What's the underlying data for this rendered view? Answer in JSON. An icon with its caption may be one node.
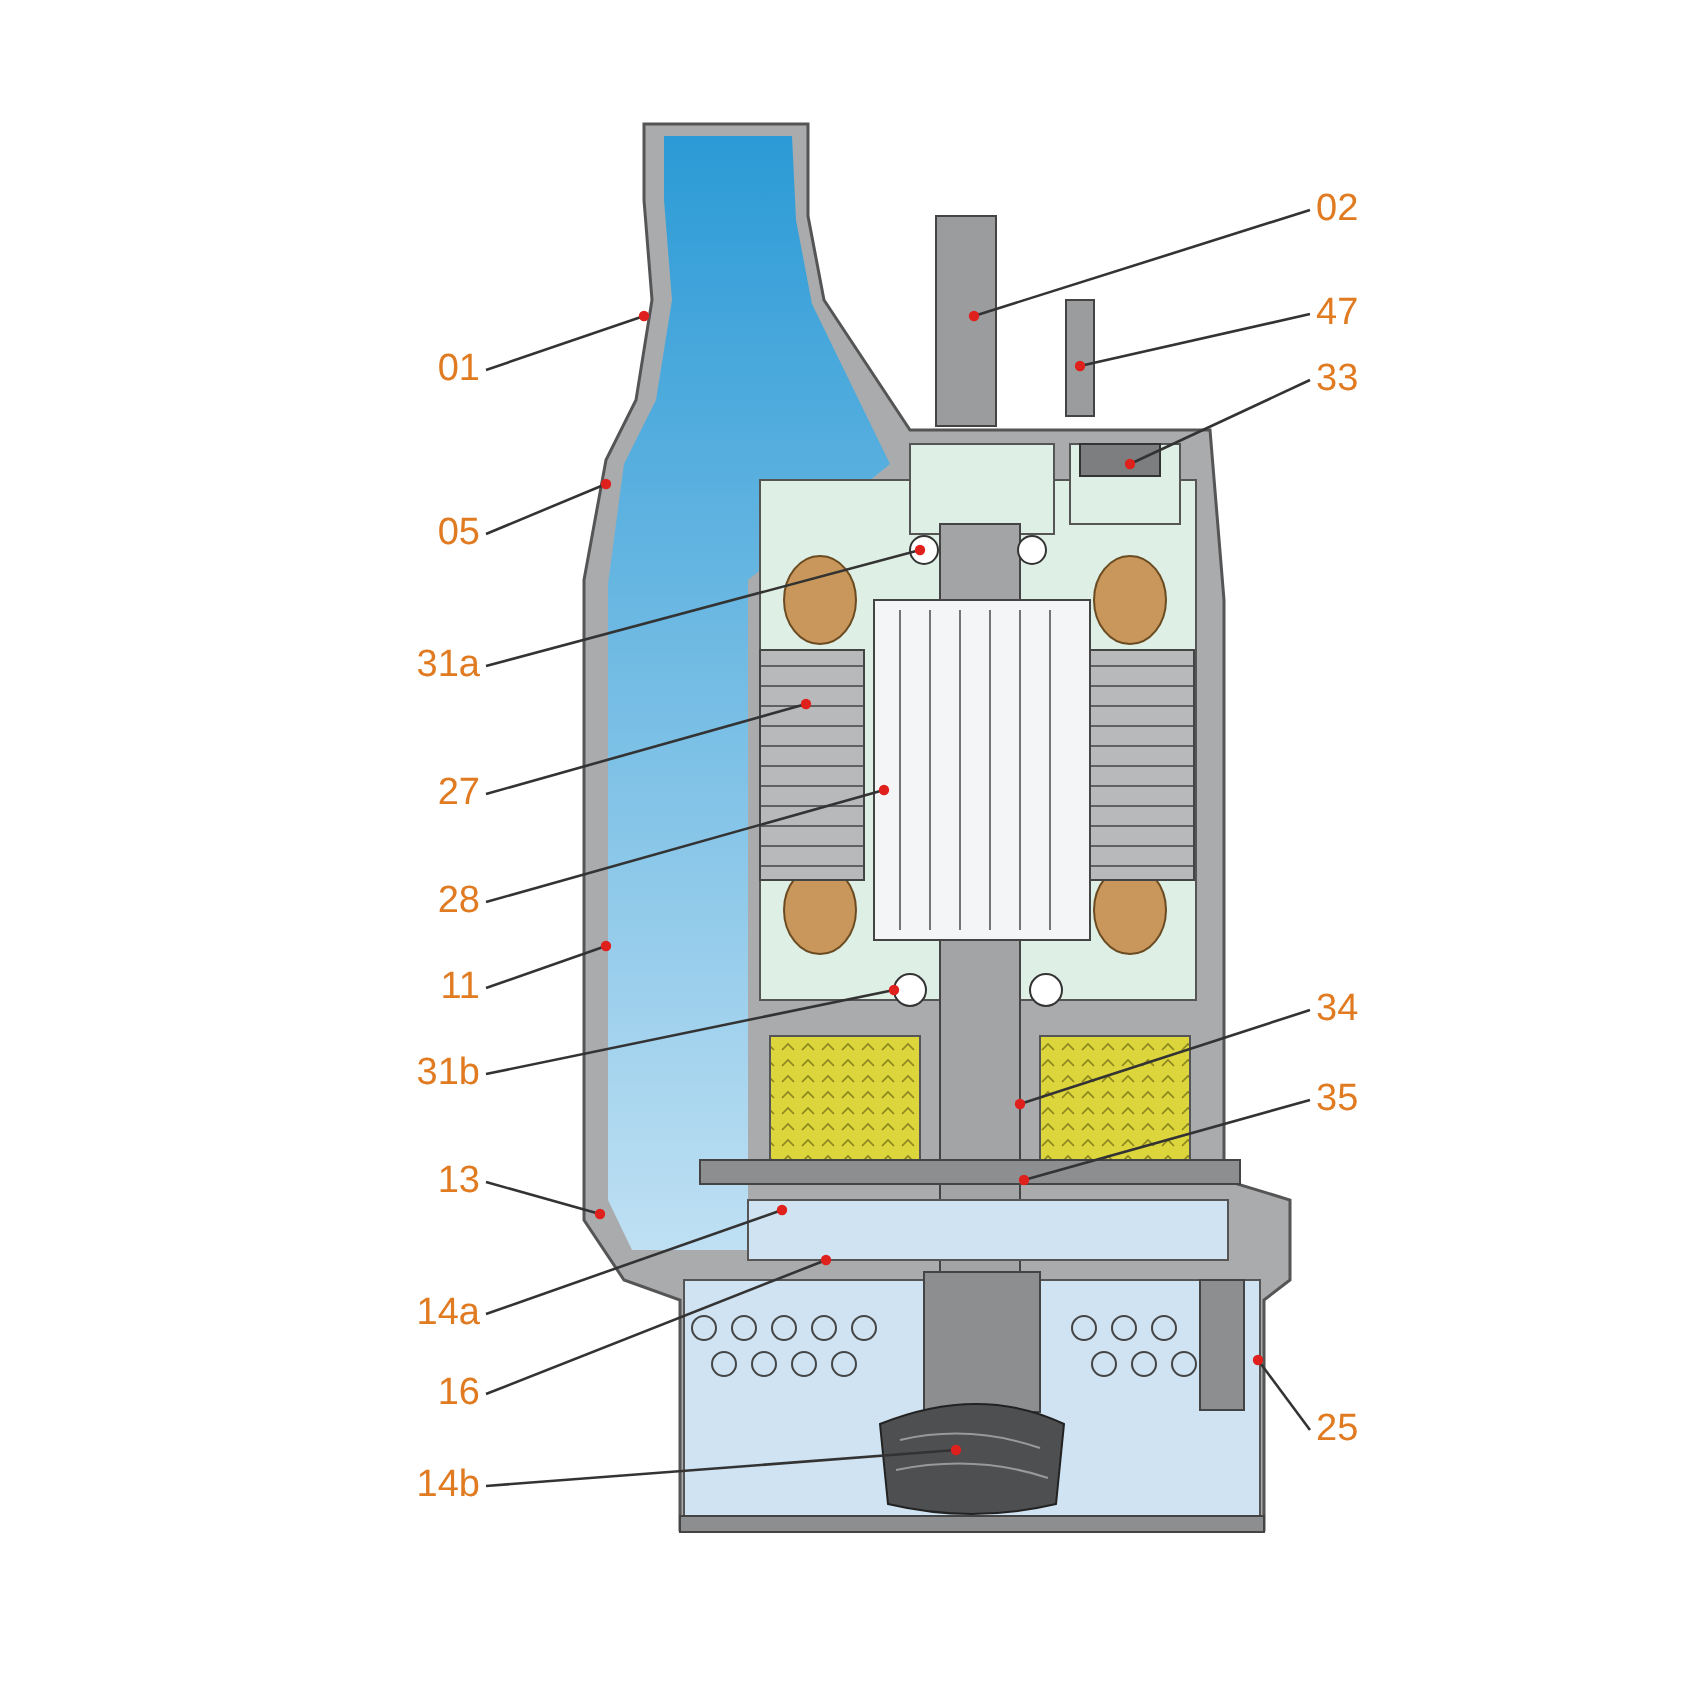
{
  "diagram": {
    "nodes": [
      {
        "text": [
          "02"
        ]
      },
      {
        "text": [
          "47"
        ]
      },
      {
        "text": [
          "01"
        ]
      },
      {
        "text": [
          "33"
        ]
      },
      {
        "text": [
          "05"
        ]
      },
      {
        "text": [
          "31a"
        ]
      },
      {
        "text": [
          "27"
        ]
      },
      {
        "text": [
          "28"
        ]
      },
      {
        "text": [
          "11"
        ]
      },
      {
        "text": [
          "34"
        ]
      },
      {
        "text": [
          "31b"
        ]
      },
      {
        "text": [
          "35"
        ]
      },
      {
        "text": [
          "13"
        ]
      },
      {
        "text": [
          "14a"
        ]
      },
      {
        "text": [
          "16"
        ]
      },
      {
        "text": [
          "25"
        ]
      },
      {
        "text": [
          "14b"
        ]
      }
    ],
    "edges": [
      {
        "from": 0,
        "to": null,
        "arrow": "other"
      },
      {
        "from": 1,
        "to": null,
        "arrow": "other"
      },
      {
        "from": 2,
        "to": null,
        "arrow": "other"
      },
      {
        "from": 3,
        "to": null,
        "arrow": "other"
      },
      {
        "from": 4,
        "to": null,
        "arrow": "other"
      },
      {
        "from": 5,
        "to": null,
        "arrow": "other"
      },
      {
        "from": 6,
        "to": null,
        "arrow": "other"
      },
      {
        "from": 7,
        "to": null,
        "arrow": "other"
      },
      {
        "from": 8,
        "to": null,
        "arrow": "other"
      },
      {
        "from": 9,
        "to": null,
        "arrow": "other"
      },
      {
        "from": 10,
        "to": null,
        "arrow": "other"
      },
      {
        "from": 11,
        "to": null,
        "arrow": "other"
      },
      {
        "from": 12,
        "to": null,
        "arrow": "other"
      },
      {
        "from": 13,
        "to": null,
        "arrow": "other"
      },
      {
        "from": 14,
        "to": null,
        "arrow": "other"
      },
      {
        "from": 15,
        "to": null,
        "arrow": "other"
      },
      {
        "from": 16,
        "to": null,
        "arrow": "other"
      }
    ]
  }
}
